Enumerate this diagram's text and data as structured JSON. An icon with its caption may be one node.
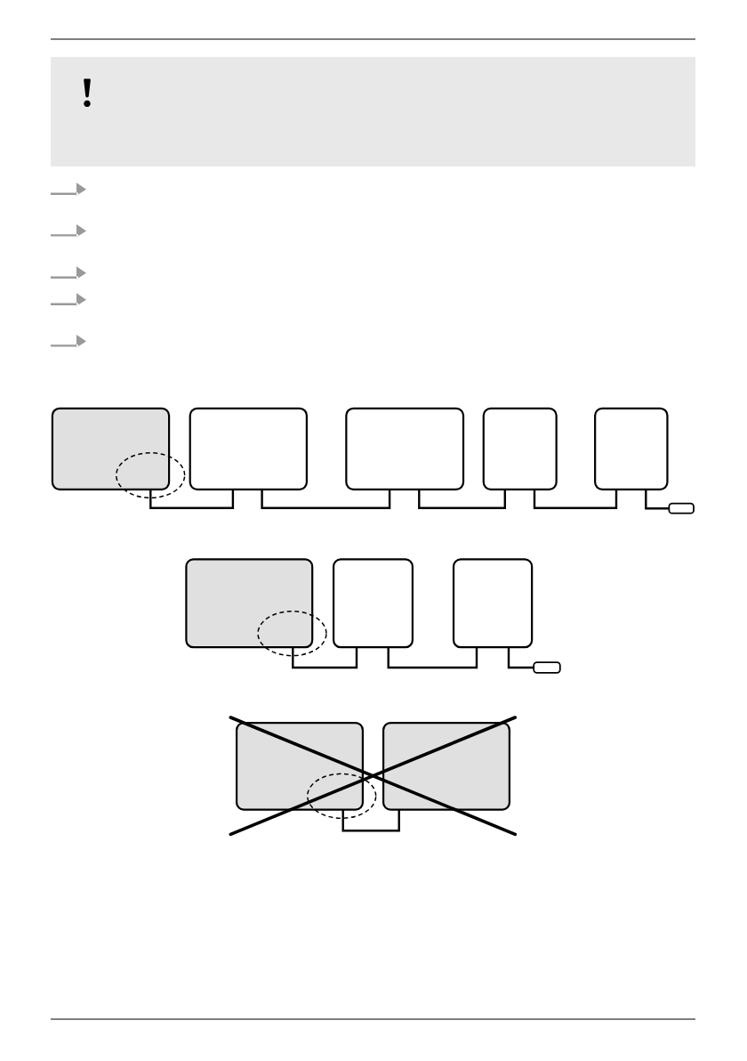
{
  "diagram": {
    "nodes": [
      {
        "text": [],
        "shape": "box"
      },
      {
        "text": [],
        "shape": "box"
      },
      {
        "text": [],
        "shape": "box"
      },
      {
        "text": [],
        "shape": "box"
      },
      {
        "text": [],
        "shape": "box"
      },
      {
        "text": [],
        "shape": "box"
      },
      {
        "text": [],
        "shape": "ellipse"
      },
      {
        "text": [],
        "shape": "box"
      },
      {
        "text": [],
        "shape": "box"
      },
      {
        "text": [],
        "shape": "box"
      },
      {
        "text": [],
        "shape": "box"
      },
      {
        "text": [],
        "shape": "ellipse"
      },
      {
        "text": [],
        "shape": "box"
      },
      {
        "text": [],
        "shape": "box"
      },
      {
        "text": [],
        "shape": "ellipse"
      }
    ],
    "edges": [
      {
        "from": 0,
        "to": 1,
        "arrow": "none"
      },
      {
        "from": 1,
        "to": 2,
        "arrow": "none"
      },
      {
        "from": 2,
        "to": 3,
        "arrow": "none"
      },
      {
        "from": 3,
        "to": 4,
        "arrow": "none"
      },
      {
        "from": 4,
        "to": 5,
        "arrow": "none"
      },
      {
        "from": 7,
        "to": 8,
        "arrow": "none"
      },
      {
        "from": 8,
        "to": 9,
        "arrow": "none"
      },
      {
        "from": 9,
        "to": 10,
        "arrow": "none"
      },
      {
        "from": 12,
        "to": 13,
        "arrow": "none"
      }
    ]
  }
}
